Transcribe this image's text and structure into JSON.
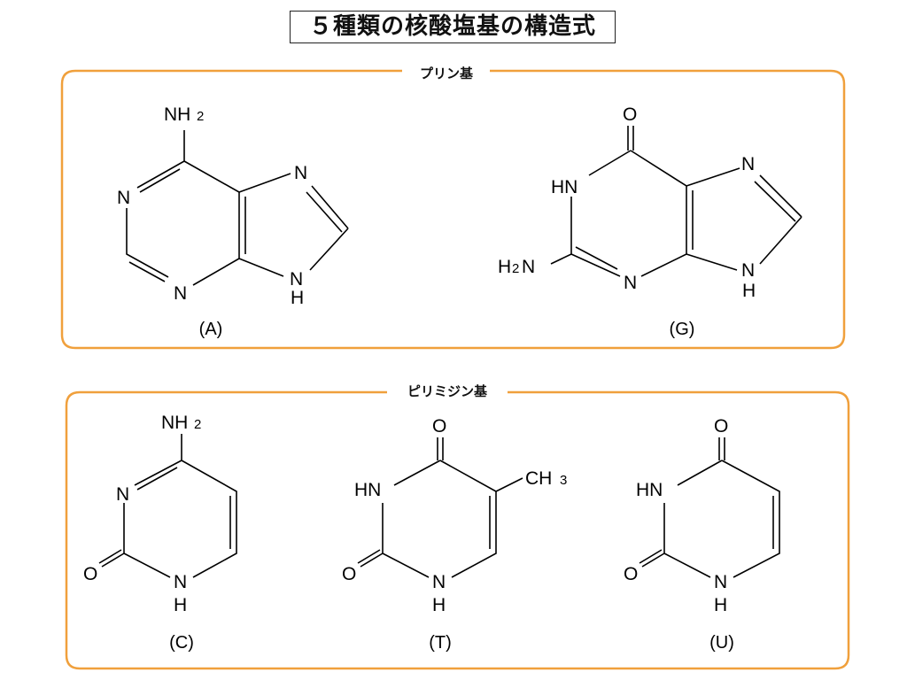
{
  "title": "５種類の核酸塩基の構造式",
  "groups": {
    "purine": "プリン基",
    "pyrimidine": "ピリミジン基"
  },
  "colors": {
    "frame": "#F0A03C"
  },
  "atoms": {
    "N": "N",
    "H": "H",
    "O": "O",
    "HN": "HN",
    "NH2": "NH",
    "H2N_H": "H",
    "H2N_N": "N",
    "CH3": "CH",
    "two": "2",
    "three": "3"
  },
  "labels": {
    "A": "(A)",
    "G": "(G)",
    "C": "(C)",
    "T": "(T)",
    "U": "(U)"
  }
}
